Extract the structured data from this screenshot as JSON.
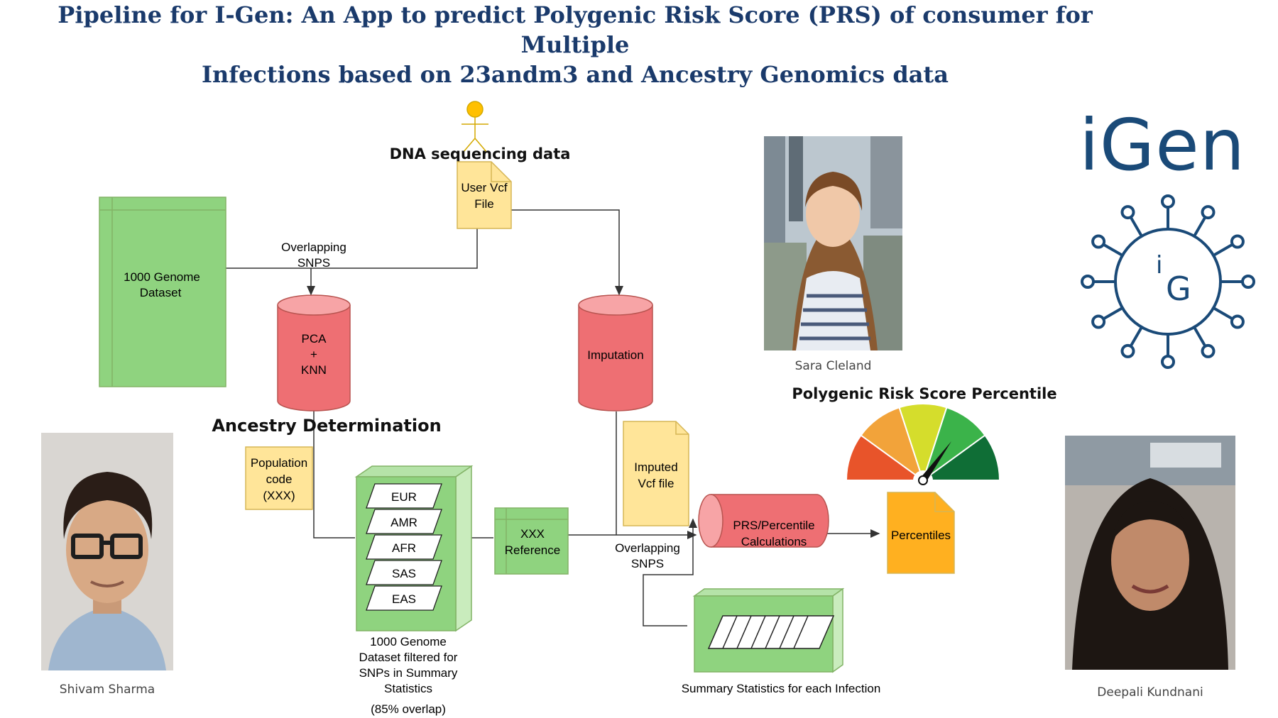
{
  "title": {
    "line1": "Pipeline for I-Gen: An App to predict Polygenic Risk Score (PRS) of consumer for Multiple",
    "line2": "Infections based on 23andm3 and Ancestry Genomics data"
  },
  "logo": {
    "wordmark": "iGen",
    "emblem_i": "i",
    "emblem_g": "G",
    "color": "#1a4a78"
  },
  "people": [
    {
      "name": "Sara Cleland"
    },
    {
      "name": "Shivam Sharma"
    },
    {
      "name": "Deepali Kundnani"
    }
  ],
  "diagram": {
    "dna_label": "DNA sequencing data",
    "user_vcf": [
      "User Vcf",
      "File"
    ],
    "genome_dataset": [
      "1000 Genome",
      "Dataset"
    ],
    "overlap_top": [
      "Overlapping",
      "SNPS"
    ],
    "pca": [
      "PCA",
      "+",
      "KNN"
    ],
    "imputation": "Imputation",
    "ancestry_label": "Ancestry Determination",
    "population_code": [
      "Population",
      "code",
      "(XXX)"
    ],
    "populations": [
      "EUR",
      "AMR",
      "AFR",
      "SAS",
      "EAS"
    ],
    "filtered_caption": [
      "1000 Genome",
      "Dataset  filtered for",
      "SNPs in Summary",
      "Statistics"
    ],
    "overlap_pct": "(85% overlap)",
    "reference": [
      "XXX",
      "Reference"
    ],
    "imputed_vcf": [
      "Imputed",
      "Vcf file"
    ],
    "overlap_bottom": [
      "Overlapping",
      "SNPS"
    ],
    "prs_calc": [
      "PRS/Percentile",
      "Calculations"
    ],
    "percentiles": "Percentiles",
    "summary_stats": "Summary Statistics for each Infection",
    "gauge_title": "Polygenic Risk Score Percentile"
  },
  "colors": {
    "green_fill": "#8fd37f",
    "green_light": "#c9ecbd",
    "red_fill": "#ee6f73",
    "red_light": "#f7c6c7",
    "yellow_fill": "#ffe599",
    "orange_fill": "#ffb020",
    "gauge": [
      "#e8542a",
      "#f2a33a",
      "#d5dd2c",
      "#3bb34a",
      "#0f6e36"
    ]
  }
}
